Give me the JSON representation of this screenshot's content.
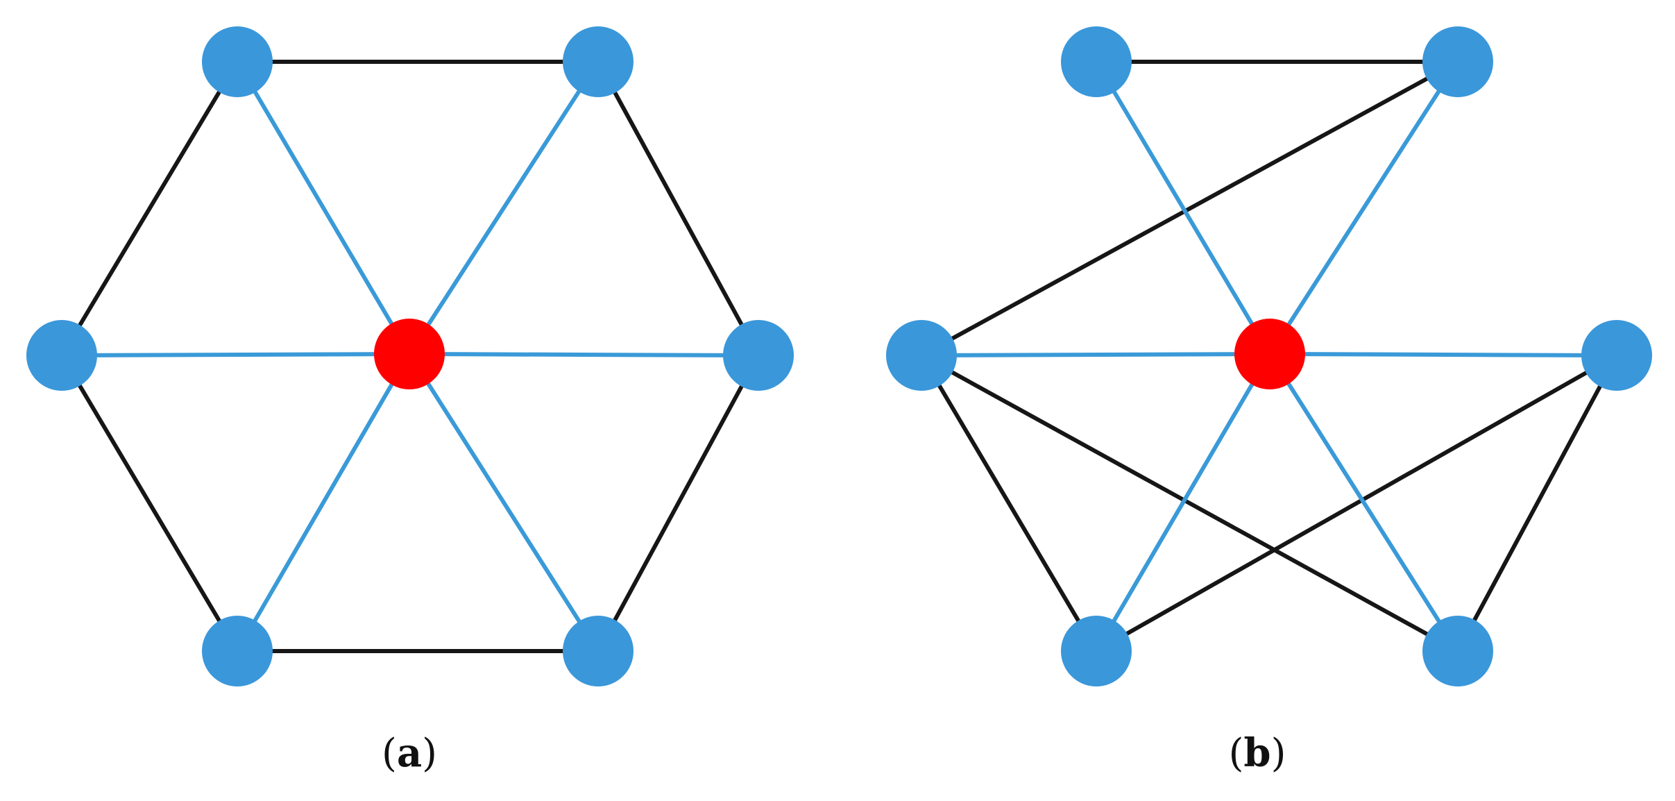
{
  "colors": {
    "node": "#3a97da",
    "center_node": "#ff0000",
    "spoke_edge": "#3a9ad8",
    "outer_edge": "#161616",
    "background": "#ffffff"
  },
  "panels": [
    {
      "id": "a",
      "caption_open": "(",
      "caption_letter": "a",
      "caption_close": ")",
      "center_node": "center",
      "outer_nodes": [
        "top-left",
        "top-right",
        "left",
        "right",
        "bottom-left",
        "bottom-right"
      ],
      "spoke_edges": [
        [
          "center",
          "top-left"
        ],
        [
          "center",
          "top-right"
        ],
        [
          "center",
          "left"
        ],
        [
          "center",
          "right"
        ],
        [
          "center",
          "bottom-left"
        ],
        [
          "center",
          "bottom-right"
        ]
      ],
      "outer_edges": [
        [
          "top-left",
          "top-right"
        ],
        [
          "top-right",
          "right"
        ],
        [
          "right",
          "bottom-right"
        ],
        [
          "bottom-right",
          "bottom-left"
        ],
        [
          "bottom-left",
          "left"
        ],
        [
          "left",
          "top-left"
        ]
      ]
    },
    {
      "id": "b",
      "caption_open": "(",
      "caption_letter": "b",
      "caption_close": ")",
      "center_node": "center",
      "outer_nodes": [
        "top-left",
        "top-right",
        "left",
        "right",
        "bottom-left",
        "bottom-right"
      ],
      "spoke_edges": [
        [
          "center",
          "top-left"
        ],
        [
          "center",
          "top-right"
        ],
        [
          "center",
          "left"
        ],
        [
          "center",
          "right"
        ],
        [
          "center",
          "bottom-left"
        ],
        [
          "center",
          "bottom-right"
        ]
      ],
      "outer_edges": [
        [
          "top-left",
          "top-right"
        ],
        [
          "top-right",
          "left"
        ],
        [
          "left",
          "bottom-left"
        ],
        [
          "left",
          "bottom-right"
        ],
        [
          "bottom-left",
          "right"
        ],
        [
          "right",
          "bottom-right"
        ]
      ]
    }
  ]
}
